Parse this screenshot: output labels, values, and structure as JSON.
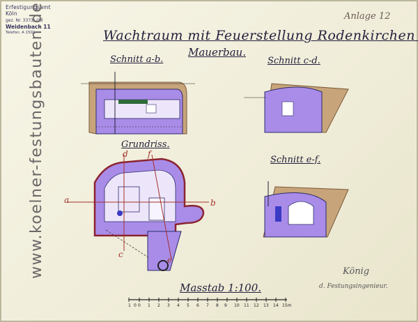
{
  "stamp": {
    "line1": "Erfestigungsamt Köln",
    "line2": "gez. Nr. 3373/ /33",
    "line3": "Weidenbach 11",
    "line4": "Telefon: A 1501"
  },
  "annex": "Anlage 12",
  "title": "Wachtraum mit Feuerstellung Rodenkirchen c.",
  "subtitle": "Mauerbau.",
  "sections": {
    "ab": "Schnitt a-b.",
    "cd": "Schnitt c-d.",
    "ef": "Schnitt e-f.",
    "plan": "Grundriss."
  },
  "plan_letters": {
    "a": "a",
    "b": "b",
    "c": "c",
    "d": "d",
    "e": "e",
    "f": "f"
  },
  "watermark": "www.koelner-festungsbauten.de",
  "scale": {
    "label": "Masstab 1:100.",
    "ticks": [
      "1",
      "0",
      "0",
      "1",
      "2",
      "3",
      "4",
      "5",
      "6",
      "7",
      "8",
      "9",
      "10",
      "11",
      "12",
      "13",
      "14",
      "15m"
    ]
  },
  "signature": {
    "name": "König",
    "title": "d. Festungsingenieur."
  },
  "colors": {
    "concrete": "#a98ce8",
    "earth": "#c7a47a",
    "ink": "#23203d",
    "red_line": "#a2312b",
    "paper": "#f1efdc"
  }
}
